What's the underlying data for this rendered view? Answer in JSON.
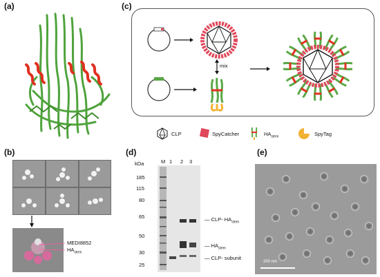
{
  "panels": {
    "a": "(a)",
    "b": "(b)",
    "c": "(c)",
    "d": "(d)",
    "e": "(e)"
  },
  "panel_b": {
    "label_medi": "MEDI8852",
    "label_ha": "HA",
    "label_ha_sub": "stem"
  },
  "panel_c": {
    "mix_label": "mix",
    "legend": [
      {
        "text": "CLP",
        "sub": ""
      },
      {
        "text": "SpyCatcher",
        "sub": ""
      },
      {
        "text": "HA",
        "sub": "stem"
      },
      {
        "text": "SpyTag",
        "sub": ""
      }
    ],
    "colors": {
      "spycatcher": "#e0475b",
      "spytag": "#f3b233",
      "ha_green": "#59a845"
    }
  },
  "panel_d": {
    "kda": "kDa",
    "lanes": [
      "M",
      "1",
      "2",
      "3"
    ],
    "markers": [
      "185",
      "115",
      "80",
      "65",
      "50",
      "30",
      "25"
    ],
    "band_labels": [
      {
        "text": "CLP- HA",
        "sub": "stem"
      },
      {
        "text": "HA",
        "sub": "stem"
      },
      {
        "text": "CLP- subunit",
        "sub": ""
      }
    ]
  },
  "panel_e": {
    "scale_bar": "200 nm"
  }
}
